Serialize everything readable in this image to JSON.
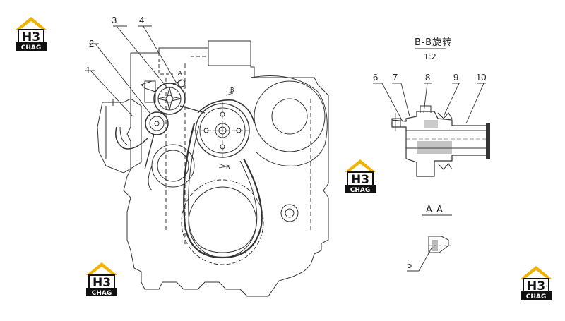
{
  "watermark": {
    "brand_text": "CHAG",
    "brand_mark": "H3",
    "colors": {
      "roof": "#f2b300",
      "text_bg": "#111111",
      "accent": "#f2b300"
    }
  },
  "callouts": {
    "c1": "1",
    "c2": "2",
    "c3": "3",
    "c4": "4",
    "c5": "5",
    "c6": "6",
    "c7": "7",
    "c8": "8",
    "c9": "9",
    "c10": "10"
  },
  "section_bb": {
    "title": "B-B旋转",
    "scale": "1:2"
  },
  "section_aa": {
    "title": "A-A"
  },
  "view_marks": {
    "a_mark": "A",
    "b_mark_top": "B",
    "b_mark_bottom": "B"
  }
}
